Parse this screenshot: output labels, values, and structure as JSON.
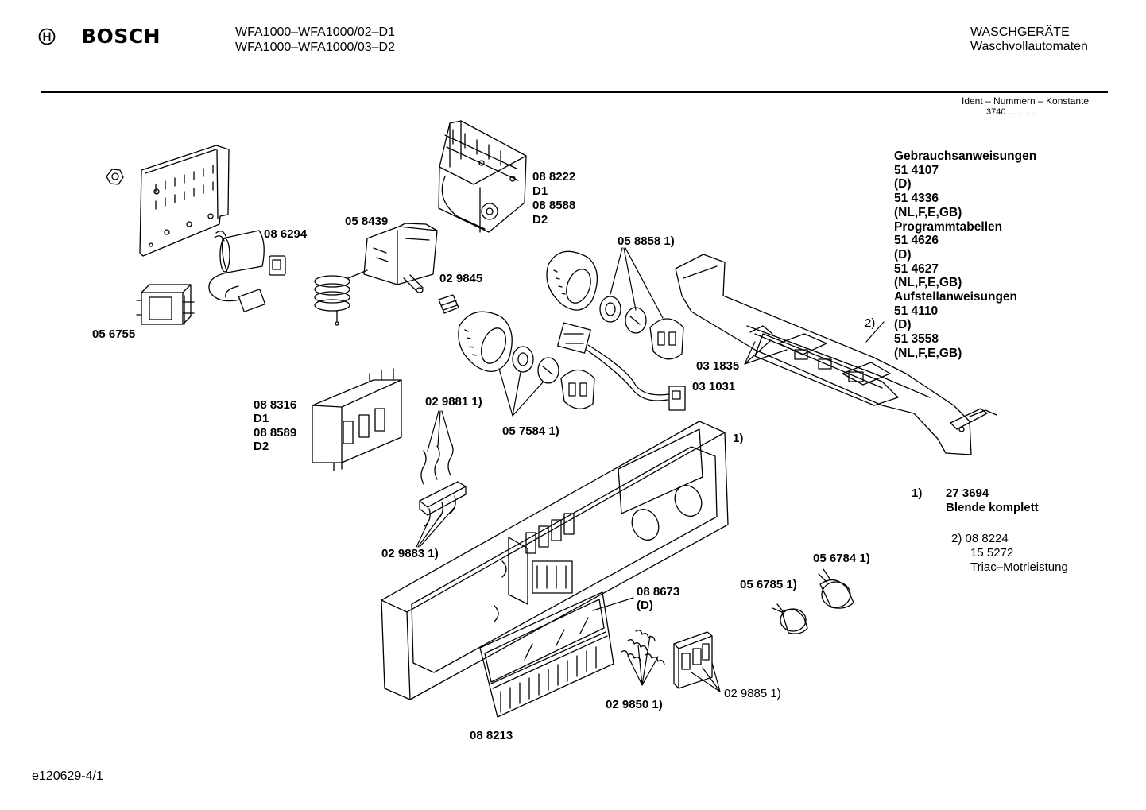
{
  "header": {
    "brand": "BOSCH",
    "models": [
      "WFA1000–WFA1000/02–D1",
      "WFA1000–WFA1000/03–D2"
    ],
    "category_title": "WASCHGERÄTE",
    "category_subtitle": "Waschvollautomaten",
    "ident_label": "Ident – Nummern – Konstante",
    "ident_value": "3740 . .   . . . ."
  },
  "documents": [
    "Gebrauchsanweisungen",
    "51 4107",
    "(D)",
    "51 4336",
    "(NL,F,E,GB)",
    "Programmtabellen",
    "51 4626",
    "(D)",
    "51 4627",
    "(NL,F,E,GB)",
    "Aufstellanweisungen",
    "51 4110",
    "(D)",
    "51 3558",
    "(NL,F,E,GB)"
  ],
  "footnote1": {
    "marker": "1)",
    "number": "27 3694",
    "text": "Blende komplett"
  },
  "footnote2": {
    "lines": [
      "2)  08 8224",
      "15 5272",
      "Triac–Motrleistung"
    ]
  },
  "parts": {
    "p088222": "08 8222",
    "p088222_d1": "D1",
    "p088588": "08 8588",
    "p088588_d2": "D2",
    "p086294": "08 6294",
    "p058439": "05 8439",
    "p0588581": "05 8858 1)",
    "p029845": "02 9845",
    "p056755": "05 6755",
    "p031835": "03 1835",
    "p031031": "03 1031",
    "p088316": "08 8316",
    "p088316_d1": "D1",
    "p088589": "08 8589",
    "p088589_d2": "D2",
    "p0298811": "02 9881 1)",
    "p0575841": "05 7584 1)",
    "marker1": "1)",
    "marker2": "2)",
    "p0298831": "02 9883 1)",
    "p0567841": "05 6784 1)",
    "p0567851": "05 6785 1)",
    "p088673": "08 8673",
    "p088673_d": "(D)",
    "p0298501": "02 9850 1)",
    "p0298851": "02 9885 1)",
    "p088213": "08 8213"
  },
  "drawing_id": "e120629-4/1"
}
